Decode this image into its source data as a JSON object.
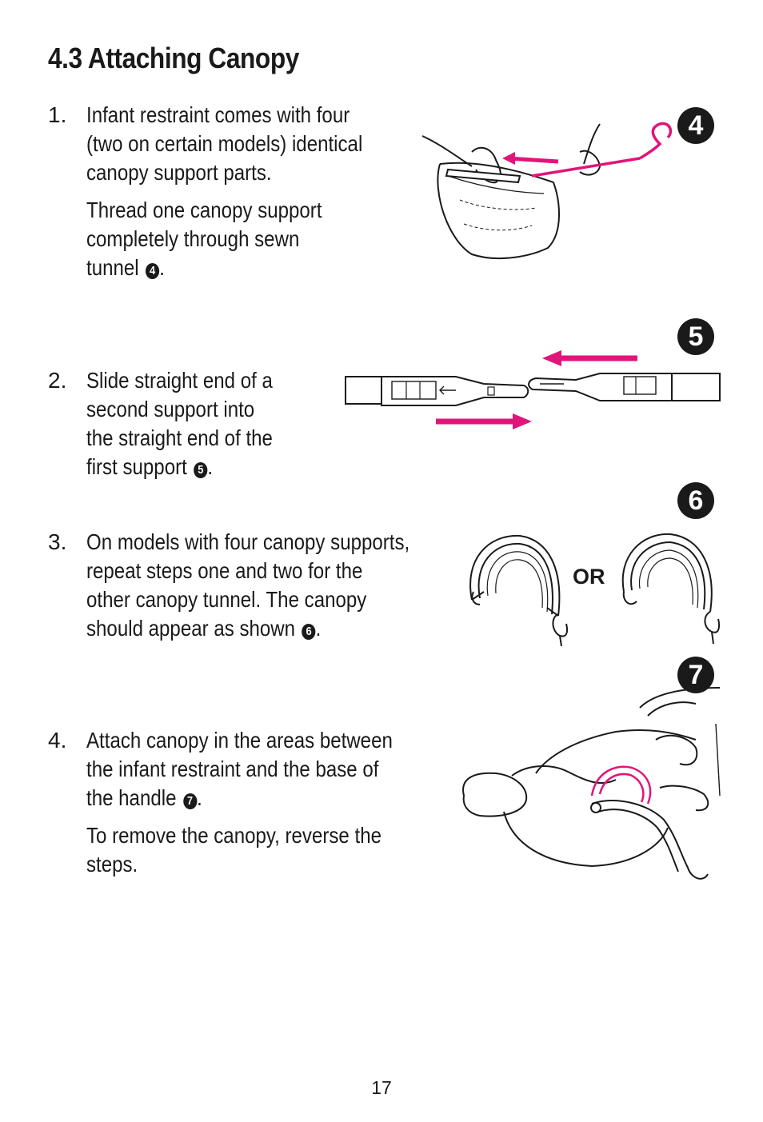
{
  "section": {
    "title": "4.3 Attaching Canopy"
  },
  "steps": [
    {
      "number": "1.",
      "paragraphs": [
        [
          "Infant restraint comes with four",
          "(two on certain models) identical",
          "canopy support parts."
        ],
        [
          "Thread one canopy support",
          "completely through sewn",
          "tunnel "
        ]
      ],
      "ref": "4",
      "ref_suffix": "."
    },
    {
      "number": "2.",
      "paragraphs": [
        [
          "Slide straight end of a",
          "second support into",
          "the straight end of the",
          "first support "
        ]
      ],
      "ref": "5",
      "ref_suffix": "."
    },
    {
      "number": "3.",
      "paragraphs": [
        [
          "On models with four canopy supports,",
          "repeat steps one and two for the",
          "other canopy tunnel. The canopy",
          "should appear as shown "
        ]
      ],
      "ref": "6",
      "ref_suffix": "."
    },
    {
      "number": "4.",
      "paragraphs": [
        [
          "Attach canopy in the areas between",
          "the infant restraint and the base of",
          "the handle "
        ],
        [
          "To remove the canopy, reverse the",
          "steps."
        ]
      ],
      "ref": "7",
      "ref_suffix": "."
    }
  ],
  "figures": {
    "fig4": {
      "badge": "4"
    },
    "fig5": {
      "badge": "5"
    },
    "fig6": {
      "badge": "6",
      "or_label": "OR"
    },
    "fig7": {
      "badge": "7"
    }
  },
  "colors": {
    "accent": "#e0157a",
    "ink": "#1a1a1a"
  },
  "page_number": "17"
}
